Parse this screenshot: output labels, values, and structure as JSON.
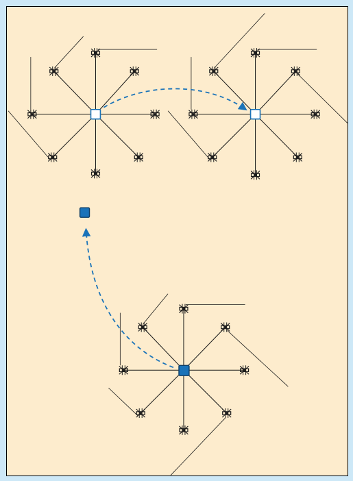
{
  "colors": {
    "page_background": "#cde8f7",
    "canvas_background": "#fdeccd",
    "line": "#1a1a1a",
    "accent": "#1a73b9",
    "node_outline": "#1a73b9",
    "hollow_fill": "#ffffff"
  },
  "diagram": {
    "description_free": true,
    "clusters": [
      {
        "id": "cluster-top-left",
        "node_style": "hollow",
        "spoke_count": 8
      },
      {
        "id": "cluster-top-right",
        "node_style": "hollow",
        "spoke_count": 8
      },
      {
        "id": "cluster-bottom",
        "node_style": "filled",
        "spoke_count": 8
      }
    ],
    "standalone_nodes": [
      {
        "id": "floating-node",
        "node_style": "filled"
      }
    ],
    "arrows": [
      {
        "id": "arrow-left-to-right",
        "style": "dashed",
        "from": "cluster-top-left",
        "to": "cluster-top-right"
      },
      {
        "id": "arrow-bottom-to-floating",
        "style": "dashed",
        "from": "cluster-bottom",
        "to": "floating-node"
      }
    ],
    "icon_names": [
      "hub-node-icon",
      "tool-glyph-icon",
      "dashed-arrow-icon"
    ]
  }
}
